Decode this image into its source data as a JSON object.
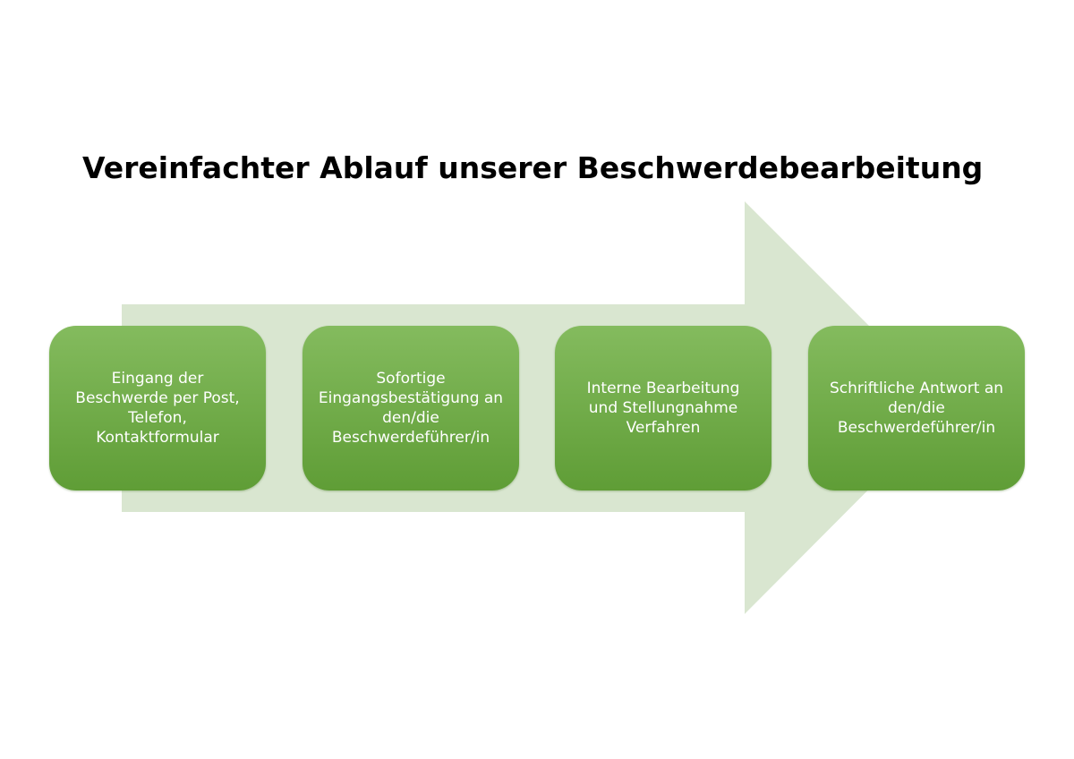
{
  "title": "Vereinfachter Ablauf unserer Beschwerdebearbeitung",
  "colors": {
    "arrow": "#d9e6d0",
    "step_fill_top": "#84bb5e",
    "step_fill_bottom": "#5f9d36",
    "step_text": "#ffffff",
    "title_text": "#000000"
  },
  "steps": [
    {
      "label": "Eingang der\nBeschwerde per Post,\nTelefon,\nKontaktformular"
    },
    {
      "label": "Sofortige\nEingangsbestätigung an\nden/die\nBeschwerdeführer/in"
    },
    {
      "label": "Interne Bearbeitung\nund Stellungnahme\nVerfahren"
    },
    {
      "label": "Schriftliche Antwort an\nden/die\nBeschwerdeführer/in"
    }
  ]
}
